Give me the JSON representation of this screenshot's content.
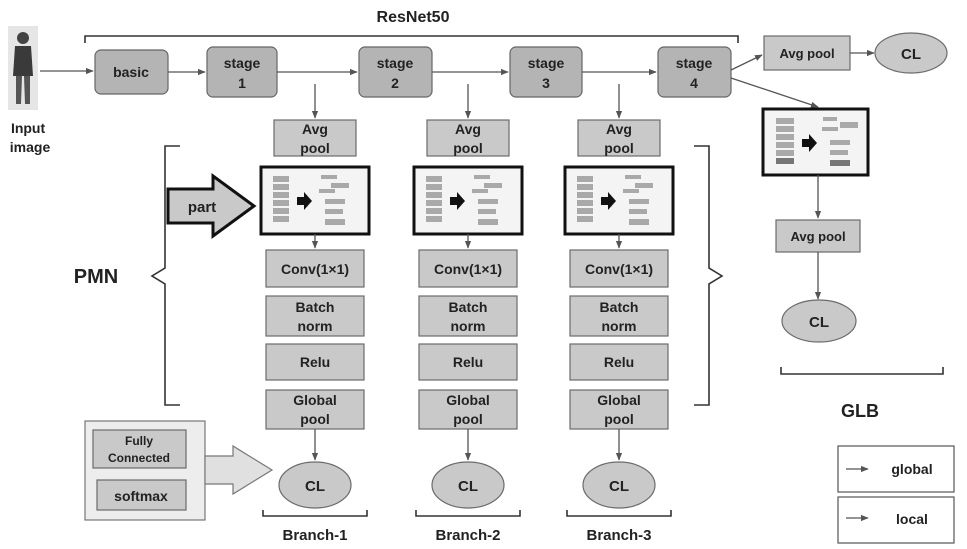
{
  "backbone": {
    "title": "ResNet50",
    "input_label_line1": "Input",
    "input_label_line2": "image",
    "basic": "basic",
    "stages": [
      {
        "line1": "stage",
        "line2": "1"
      },
      {
        "line1": "stage",
        "line2": "2"
      },
      {
        "line1": "stage",
        "line2": "3"
      },
      {
        "line1": "stage",
        "line2": "4"
      }
    ]
  },
  "pmn": {
    "label": "PMN",
    "part_label": "part",
    "branches": [
      {
        "avg_line1": "Avg",
        "avg_line2": "pool",
        "conv": "Conv(1×1)",
        "bn_line1": "Batch",
        "bn_line2": "norm",
        "relu": "Relu",
        "gp_line1": "Global",
        "gp_line2": "pool",
        "cl": "CL",
        "name": "Branch-1"
      },
      {
        "avg_line1": "Avg",
        "avg_line2": "pool",
        "conv": "Conv(1×1)",
        "bn_line1": "Batch",
        "bn_line2": "norm",
        "relu": "Relu",
        "gp_line1": "Global",
        "gp_line2": "pool",
        "cl": "CL",
        "name": "Branch-2"
      },
      {
        "avg_line1": "Avg",
        "avg_line2": "pool",
        "conv": "Conv(1×1)",
        "bn_line1": "Batch",
        "bn_line2": "norm",
        "relu": "Relu",
        "gp_line1": "Global",
        "gp_line2": "pool",
        "cl": "CL",
        "name": "Branch-3"
      }
    ]
  },
  "classifier_detail": {
    "fc_line1": "Fully",
    "fc_line2": "Connected",
    "softmax": "softmax"
  },
  "glb": {
    "label": "GLB",
    "top_avg": "Avg pool",
    "top_cl": "CL",
    "lower_avg": "Avg pool",
    "lower_cl": "CL"
  },
  "legend": {
    "global": "global",
    "local": "local"
  },
  "colors": {
    "box_fill": "#c9c9c9",
    "box_stroke": "#6b6b6b",
    "line": "#555555"
  }
}
